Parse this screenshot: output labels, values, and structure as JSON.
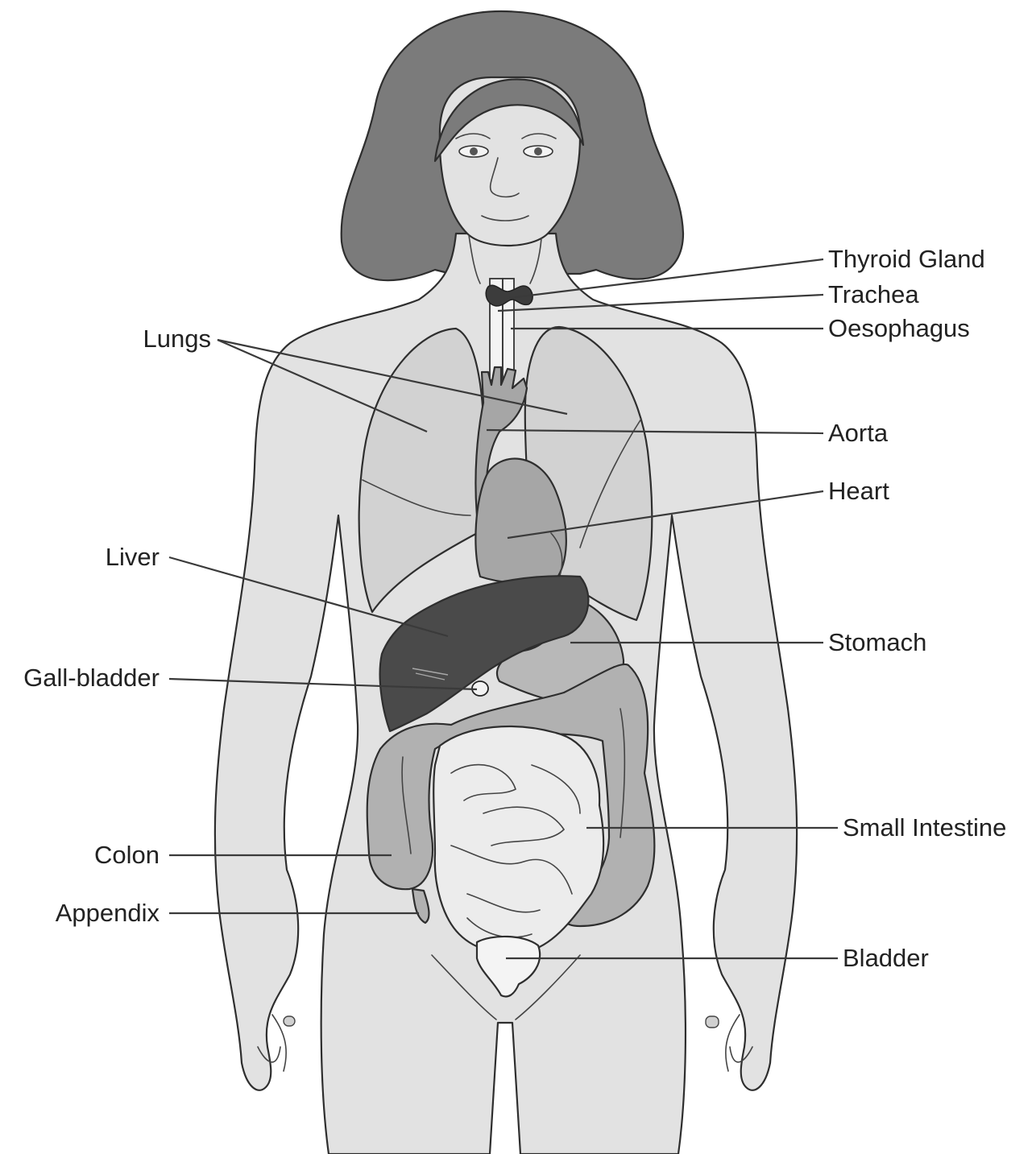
{
  "labels": {
    "thyroid_gland": "Thyroid Gland",
    "trachea": "Trachea",
    "oesophagus": "Oesophagus",
    "lungs": "Lungs",
    "aorta": "Aorta",
    "heart": "Heart",
    "liver": "Liver",
    "stomach": "Stomach",
    "gall_bladder": "Gall-bladder",
    "small_intestine": "Small Intestine",
    "colon": "Colon",
    "appendix": "Appendix",
    "bladder": "Bladder"
  },
  "colors": {
    "skin": "#e2e2e2",
    "hair": "#7b7b7b",
    "lungs": "#d2d2d2",
    "liver": "#4a4a4a",
    "heart": "#a6a6a6",
    "stomach": "#b8b8b8",
    "colon": "#b1b1b1",
    "small_intestine": "#ececec",
    "thyroid": "#3c3c3c"
  }
}
